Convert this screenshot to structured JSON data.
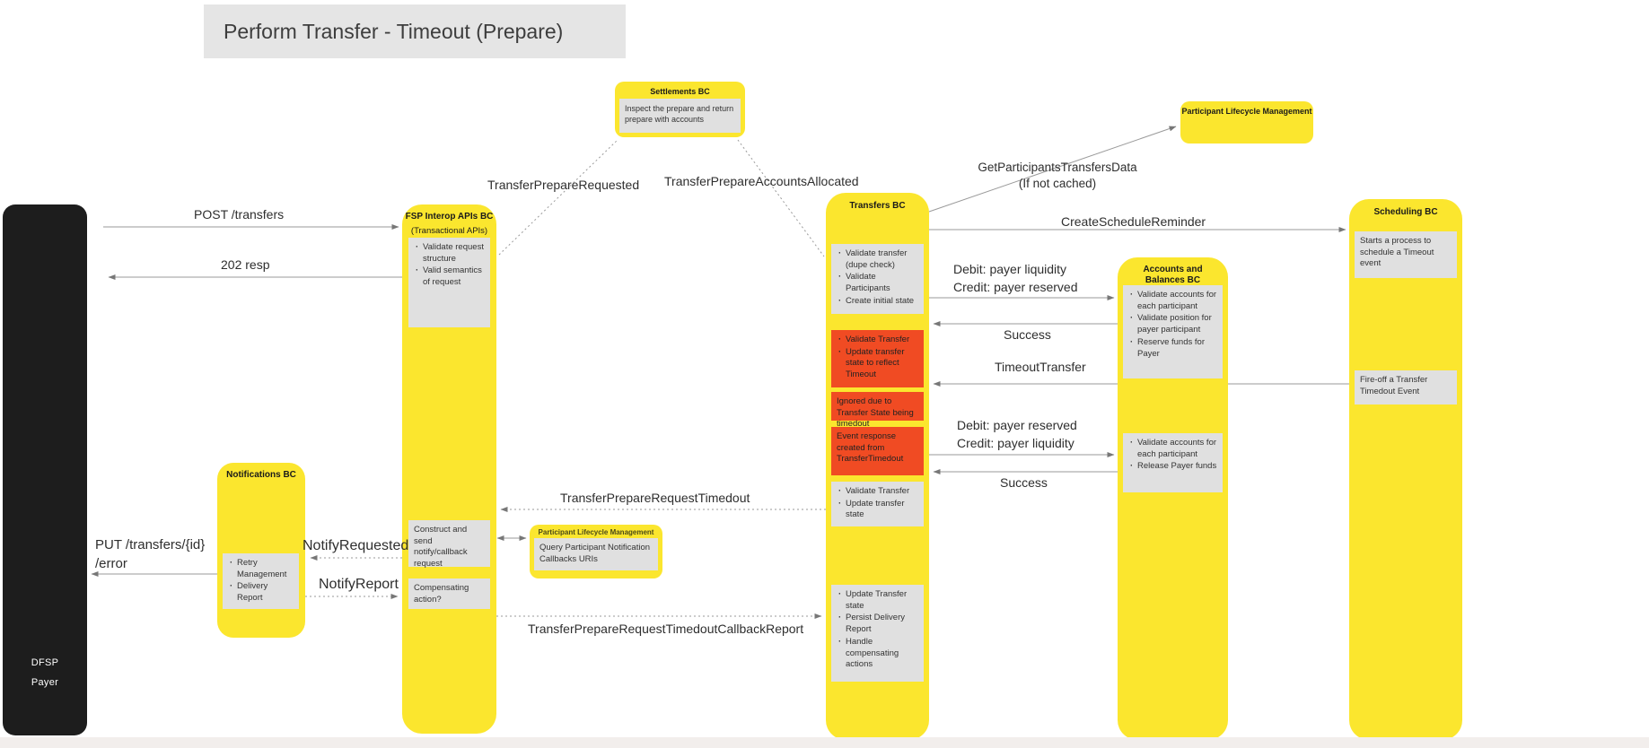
{
  "colors": {
    "sticky_yellow": "#FBE62E",
    "alert_red": "#F04B23",
    "note_gray": "#E0E0E0",
    "title_gray": "#E5E5E5",
    "actor_black": "#1D1D1D",
    "line_gray": "#999999"
  },
  "title": {
    "text": "Perform Transfer - Timeout (Prepare)"
  },
  "actor": {
    "line1": "DFSP",
    "line2": "Payer"
  },
  "settlements": {
    "title": "Settlements BC",
    "note": "Inspect the prepare and return prepare with accounts"
  },
  "plm_top": {
    "title": "Participant Lifecycle Management"
  },
  "plm_mid": {
    "title": "Participant Lifecycle Management",
    "note": "Query Participant Notification Callbacks URIs"
  },
  "fsp": {
    "title": "FSP Interop APIs BC",
    "subtitle": "(Transactional APIs)",
    "box1": [
      "Validate request structure",
      "Valid semantics of request"
    ],
    "box2": "Construct and send notify/callback request",
    "box3": "Compensating action?"
  },
  "notifications": {
    "title": "Notifications BC",
    "box1": [
      "Retry Management",
      "Delivery Report"
    ]
  },
  "transfers": {
    "title": "Transfers BC",
    "box1": [
      "Validate transfer (dupe check)",
      "Validate Participants",
      "Create initial state"
    ],
    "red1": [
      "Validate Transfer",
      "Update transfer state to reflect Timeout"
    ],
    "red2": "Ignored due to Transfer State being timedout",
    "red3": "Event response created from TransferTimedout",
    "box2": [
      "Validate Transfer",
      "Update transfer state"
    ],
    "box3": [
      "Update Transfer state",
      "Persist Delivery Report",
      "Handle compensating actions"
    ]
  },
  "accounts": {
    "title": "Accounts and Balances BC",
    "box1": [
      "Validate accounts for each participant",
      "Validate position for payer participant",
      "Reserve funds for Payer"
    ],
    "box2": [
      "Validate accounts for each participant",
      "Release Payer funds"
    ]
  },
  "scheduling": {
    "title": "Scheduling BC",
    "box1": "Starts a process to schedule a Timeout event",
    "box2": "Fire-off a Transfer Timedout Event"
  },
  "messages": {
    "post": "POST /transfers",
    "resp": "202 resp",
    "transfer_prepare_requested": "TransferPrepareRequested",
    "transfer_prepare_accounts_allocated": "TransferPrepareAccountsAllocated",
    "get_participants": "GetParticipantsTransfersData\n(If not cached)",
    "create_schedule_reminder": "CreateScheduleReminder",
    "debit_liquidity": "Debit: payer liquidity\nCredit: payer reserved",
    "success1": "Success",
    "timeout_transfer": "TimeoutTransfer",
    "debit_reserved": "Debit: payer reserved\nCredit: payer liquidity",
    "success2": "Success",
    "prepare_request_timedout": "TransferPrepareRequestTimedout",
    "notify_requested": "NotifyRequested",
    "notify_report": "NotifyReport",
    "put_error": "PUT /transfers/{id}\n/error",
    "timedout_callback_report": "TransferPrepareRequestTimedoutCallbackReport"
  }
}
